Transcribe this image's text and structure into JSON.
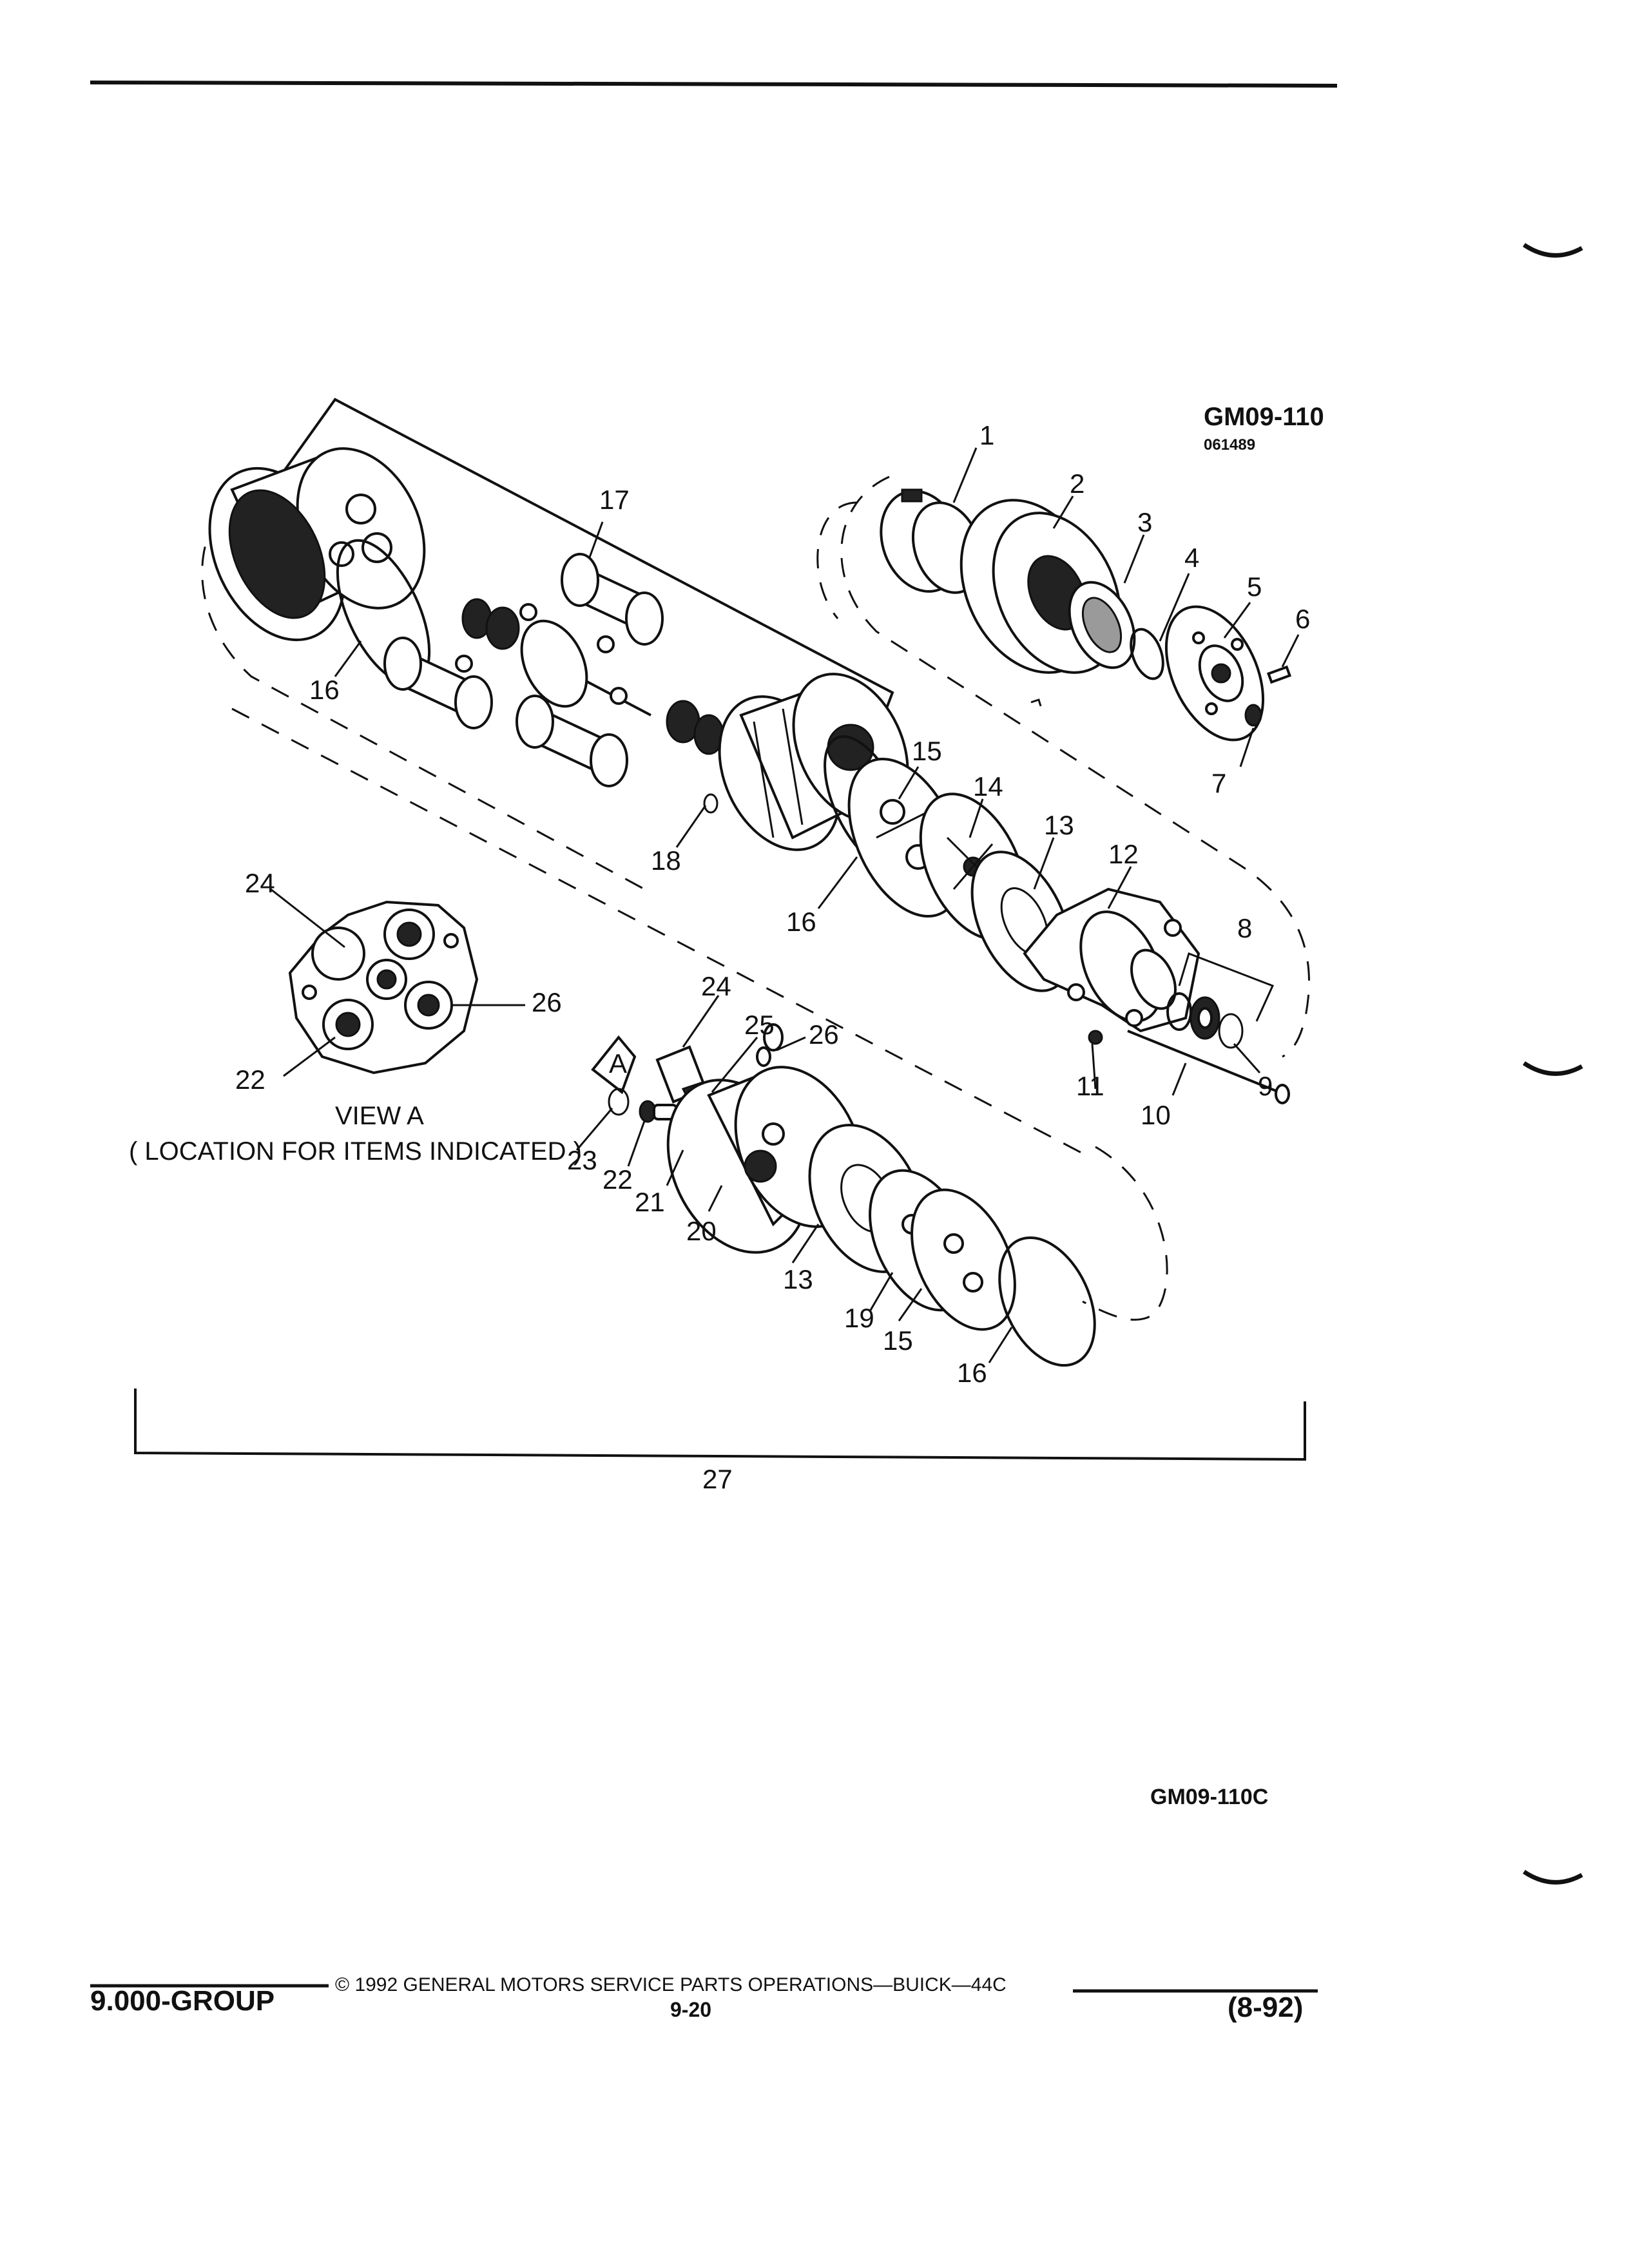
{
  "figure_code": "GM09-110",
  "figure_subcode": "061489",
  "figure_id_bottom": "GM09-110C",
  "view_label": "VIEW A",
  "view_note": "( LOCATION FOR ITEMS INDICATED )",
  "view_marker": "A",
  "callouts": {
    "c1": "1",
    "c2": "2",
    "c3": "3",
    "c4": "4",
    "c5": "5",
    "c6": "6",
    "c7": "7",
    "c8": "8",
    "c9": "9",
    "c10": "10",
    "c11": "11",
    "c12": "12",
    "c13a": "13",
    "c13b": "13",
    "c14": "14",
    "c15a": "15",
    "c15b": "15",
    "c16a": "16",
    "c16b": "16",
    "c16c": "16",
    "c17": "17",
    "c18": "18",
    "c19": "19",
    "c20": "20",
    "c21": "21",
    "c22a": "22",
    "c22b": "22",
    "c23": "23",
    "c24a": "24",
    "c24b": "24",
    "c25": "25",
    "c26a": "26",
    "c26b": "26",
    "c27": "27"
  },
  "footer": {
    "group": "9.000-GROUP",
    "copyright": "© 1992 GENERAL MOTORS SERVICE PARTS OPERATIONS—BUICK—44C",
    "page": "9-20",
    "date_code": "(8-92)"
  }
}
